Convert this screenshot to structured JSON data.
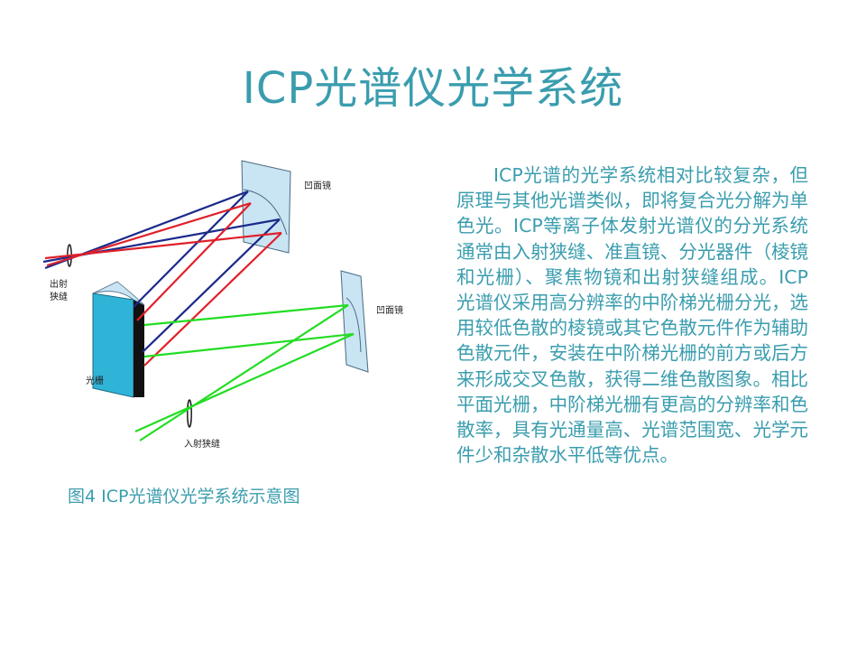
{
  "title": "ICP光谱仪光学系统",
  "figure": {
    "labels": {
      "concave_mirror_top": "凹面镜",
      "exit_slit_line1": "出射",
      "exit_slit_line2": "狭缝",
      "grating": "光栅",
      "concave_mirror_right": "凹面镜",
      "entrance_slit": "入射狭缝"
    },
    "colors": {
      "mirror_fill": "#c9e4f3",
      "mirror_stroke": "#4a6a80",
      "grating_front": "#2fb4d8",
      "grating_side": "#111111",
      "ray_blue": "#1a2a8a",
      "ray_red": "#e0202a",
      "ray_green": "#22dd22"
    },
    "caption": "图4  ICP光谱仪光学系统示意图"
  },
  "body_text": "ICP光谱的光学系统相对比较复杂，但原理与其他光谱类似，即将复合光分解为单色光。ICP等离子体发射光谱仪的分光系统通常由入射狭缝、准直镜、分光器件（棱镜和光栅）、聚焦物镜和出射狭缝组成。ICP光谱仪采用高分辨率的中阶梯光栅分光，选用较低色散的棱镜或其它色散元件作为辅助色散元件，安装在中阶梯光栅的前方或后方来形成交叉色散，获得二维色散图象。相比平面光栅，中阶梯光栅有更高的分辨率和色散率，具有光通量高、光谱范围宽、光学元件少和杂散水平低等优点。"
}
